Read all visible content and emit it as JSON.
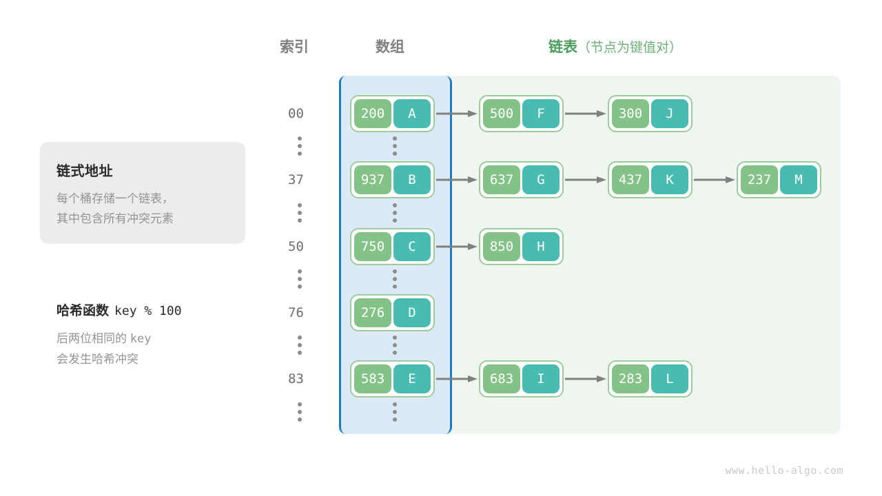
{
  "headers": {
    "index": "索引",
    "array": "数组",
    "list": "链表",
    "list_note": "（节点为键值对）"
  },
  "info_card": {
    "title": "链式地址",
    "desc_line1": "每个桶存储一个链表，",
    "desc_line2": "其中包含所有冲突元素"
  },
  "hash_note": {
    "title": "哈希函数",
    "formula": "key % 100",
    "desc_line1_a": "后两位相同的",
    "desc_line1_b": "key",
    "desc_line2": "会发生哈希冲突"
  },
  "watermark": "www.hello-algo.com",
  "colors": {
    "key_box": "#84c288",
    "value_box": "#48bcb0",
    "node_border": "#9ccb9c",
    "array_panel_bg": "#dbeaf6",
    "array_panel_border": "#1f7ac0",
    "list_panel_bg": "#eff6f0",
    "arrow": "#808080",
    "header_gray": "#808080",
    "header_green": "#4a9e5c",
    "muted_text": "#949494",
    "index_text": "#6e6e6e",
    "card_bg": "#ececec"
  },
  "buckets": [
    {
      "index": "00",
      "nodes": [
        {
          "key": "200",
          "value": "A"
        },
        {
          "key": "500",
          "value": "F"
        },
        {
          "key": "300",
          "value": "J"
        }
      ]
    },
    {
      "index": "37",
      "nodes": [
        {
          "key": "937",
          "value": "B"
        },
        {
          "key": "637",
          "value": "G"
        },
        {
          "key": "437",
          "value": "K"
        },
        {
          "key": "237",
          "value": "M"
        }
      ]
    },
    {
      "index": "50",
      "nodes": [
        {
          "key": "750",
          "value": "C"
        },
        {
          "key": "850",
          "value": "H"
        }
      ]
    },
    {
      "index": "76",
      "nodes": [
        {
          "key": "276",
          "value": "D"
        }
      ]
    },
    {
      "index": "83",
      "nodes": [
        {
          "key": "583",
          "value": "E"
        },
        {
          "key": "683",
          "value": "I"
        },
        {
          "key": "283",
          "value": "L"
        }
      ]
    }
  ],
  "row_tops": [
    136,
    232,
    329,
    425,
    521
  ],
  "ellipsis_tops": [
    192,
    289,
    385,
    481,
    578
  ]
}
